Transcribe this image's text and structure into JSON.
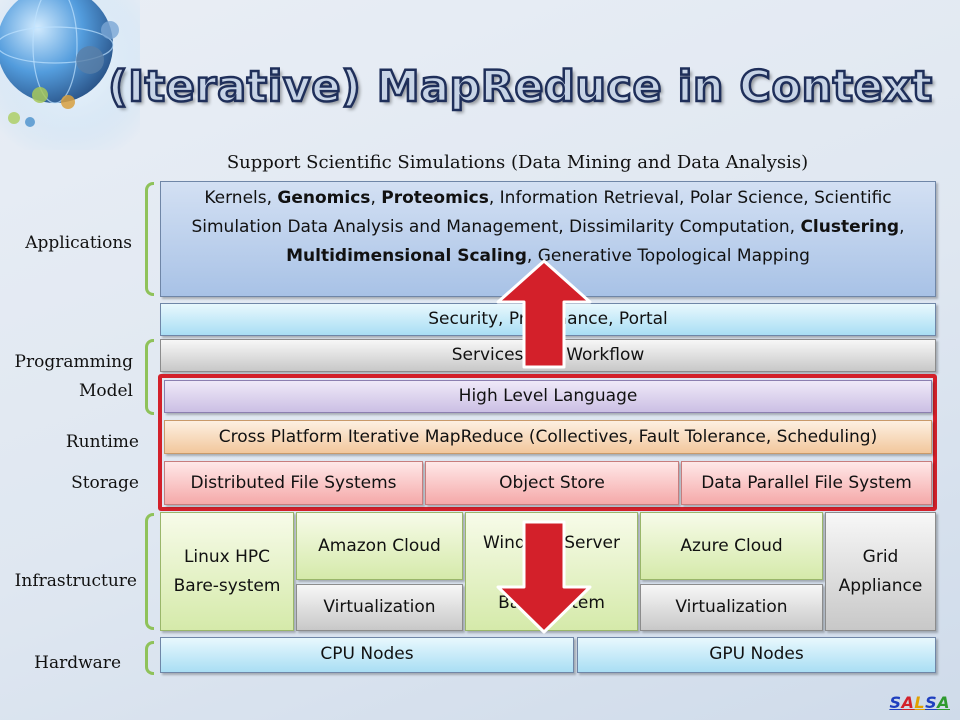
{
  "title": "(Iterative) MapReduce in Context",
  "subtitle": "Support  Scientific Simulations  (Data Mining and Data Analysis)",
  "side_labels": {
    "applications": "Applications",
    "programming_model_1": "Programming",
    "programming_model_2": "Model",
    "runtime": "Runtime",
    "storage": "Storage",
    "infrastructure": "Infrastructure",
    "hardware": "Hardware"
  },
  "applications_box": [
    {
      "text": "Kernels, ",
      "bold": false
    },
    {
      "text": "Genomics",
      "bold": true
    },
    {
      "text": ", ",
      "bold": false
    },
    {
      "text": "Proteomics",
      "bold": true
    },
    {
      "text": ", Information Retrieval, Polar Science, Scientific Simulation Data Analysis and Management, Dissimilarity Computation, ",
      "bold": false
    },
    {
      "text": "Clustering",
      "bold": true
    },
    {
      "text": ", ",
      "bold": false
    },
    {
      "text": "Multidimensional Scaling",
      "bold": true
    },
    {
      "text": ", Generative Topological Mapping",
      "bold": false
    }
  ],
  "layers": {
    "security": "Security, Provenance, Portal",
    "services": "Services and Workflow",
    "high_level_language": "High Level Language",
    "runtime": "Cross Platform Iterative MapReduce (Collectives, Fault Tolerance, Scheduling)",
    "storage_dfs": "Distributed File Systems",
    "storage_object": "Object Store",
    "storage_dpfs": "Data Parallel File System"
  },
  "infrastructure": {
    "linux_hpc": "Linux HPC Bare-system",
    "amazon_cloud": "Amazon Cloud",
    "amazon_virtualization": "Virtualization",
    "windows_server": "Windows Server",
    "windows_bare": "Bare-system",
    "azure_cloud": "Azure Cloud",
    "azure_virtualization": "Virtualization",
    "grid_appliance": "Grid Appliance"
  },
  "hardware": {
    "cpu": "CPU Nodes",
    "gpu": "GPU Nodes"
  },
  "logo": {
    "letters": [
      "S",
      "A",
      "L",
      "S",
      "A"
    ],
    "colors": [
      "#1f3fbf",
      "#d3202a",
      "#e0a000",
      "#1f3fbf",
      "#2e9a2e"
    ]
  }
}
